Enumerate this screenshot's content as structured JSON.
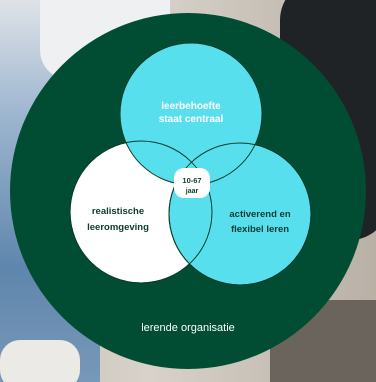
{
  "colors": {
    "outer_circle": "#004d33",
    "cyan": "#58dfee",
    "white": "#ffffff",
    "text_dark": "#0d3b2d",
    "text_light": "#ffffff"
  },
  "diagram": {
    "top_label_line1": "leerbehoefte",
    "top_label_line2": "staat centraal",
    "left_label_line1": "realistische",
    "left_label_line2": "leeromgeving",
    "right_label_line1": "activerend en",
    "right_label_line2": "flexibel leren",
    "center_label_line1": "10-67",
    "center_label_line2": "jaar",
    "bottom_label": "lerende organisatie"
  }
}
